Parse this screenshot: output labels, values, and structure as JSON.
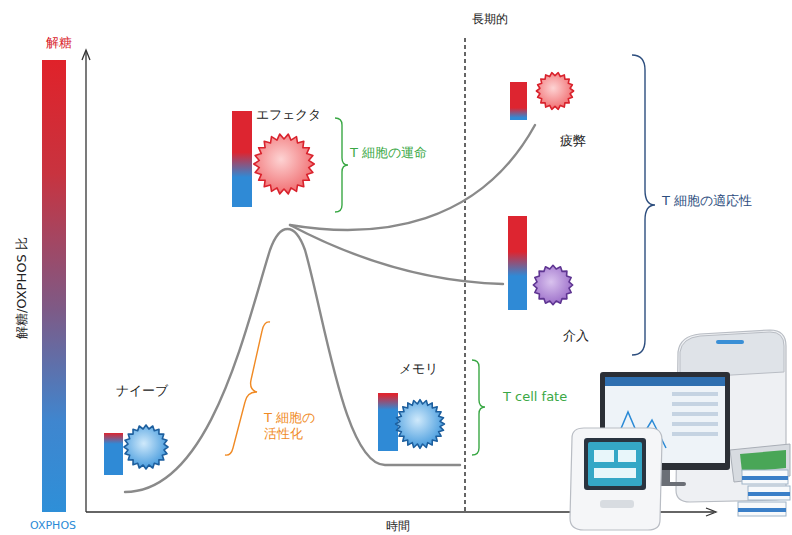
{
  "diagram": {
    "nodes": [
      {
        "text": [
          "ナイーブ"
        ]
      },
      {
        "text": [
          "エフェクタ"
        ]
      },
      {
        "text": [
          "疲弊"
        ]
      },
      {
        "text": [
          "介入"
        ]
      },
      {
        "text": [
          "メモリ"
        ]
      }
    ],
    "labels": [
      "解糖",
      "OXPHOS",
      "解糖/OXPHOS 比",
      "時間",
      "長期的",
      "T 細胞の運命",
      "T 細胞の 活性化",
      "T cell fate",
      "T 細胞の適応性"
    ]
  }
}
